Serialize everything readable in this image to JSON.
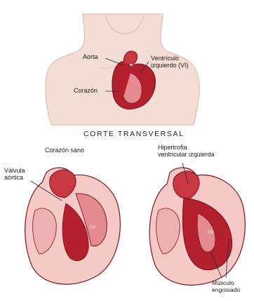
{
  "labels": {
    "aorta": "Aorta",
    "ventricle": "Ventrículo\nizquierdo (VI)",
    "heart": "Corazón",
    "section_heading": "CORTE TRANSVERSAL",
    "healthy_heart": "Corazón sano",
    "hypertrophy": "Hipertrofia\nventricular izquierda",
    "aortic_valve": "Válvula\naórtica",
    "lv_left": "LV",
    "lv_right": "LV",
    "thick_muscle": "Músculo\nengrosado"
  },
  "colors": {
    "skin": "#f3ddd4",
    "skin_edge": "#d9b6a8",
    "heart_red": "#b5202e",
    "heart_dark": "#7e1420",
    "heart_pink": "#e58a8f",
    "chamber_light": "#f5c9c6",
    "line": "#2b2b2b"
  },
  "icons": [
    "torso-illustration",
    "heart-illustration",
    "healthy-heart-section",
    "hypertrophy-heart-section"
  ]
}
